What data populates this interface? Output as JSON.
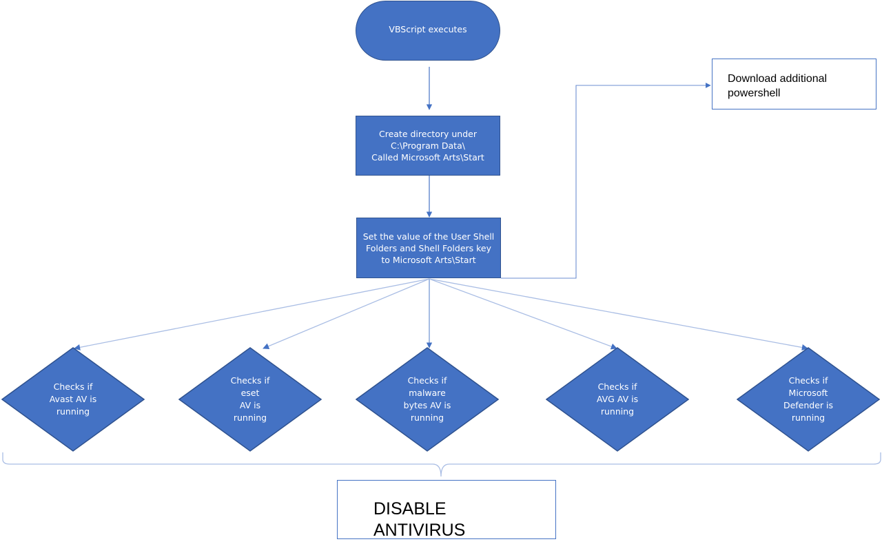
{
  "diagram": {
    "start": {
      "label": "VBScript executes"
    },
    "create_directory": {
      "label": "Create directory under\nC:\\Program Data\\\nCalled Microsoft Arts\\Start"
    },
    "set_value": {
      "label": "Set the  value of the User Shell\nFolders and Shell Folders key\nto  Microsoft Arts\\Start"
    },
    "download": {
      "label": "Download additional\npowershell"
    },
    "checks": [
      {
        "label": "Checks if\nAvast AV is\nrunning"
      },
      {
        "label": "Checks if\neset\nAV is\nrunning"
      },
      {
        "label": "Checks if\nmalware\nbytes  AV is\nrunning"
      },
      {
        "label": "Checks if\nAVG AV is\nrunning"
      },
      {
        "label": "Checks if\nMicrosoft\nDefender is\nrunning"
      }
    ],
    "disable": {
      "label": "DISABLE\nANTIVIRUS"
    }
  },
  "colors": {
    "shape_fill": "#4472c4",
    "shape_border": "#2f528f",
    "connector": "#4472c4",
    "fan_connector": "#a9bde4"
  }
}
